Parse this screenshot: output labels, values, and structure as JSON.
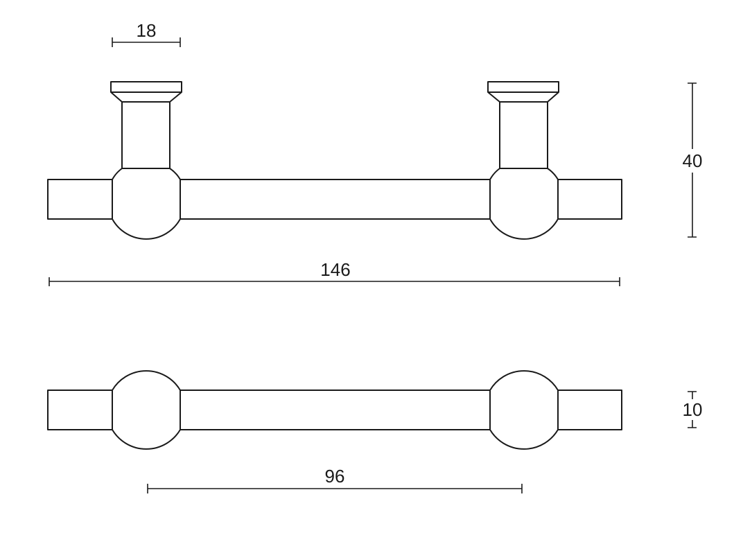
{
  "dimensions": {
    "post_width": "18",
    "overall_length": "146",
    "overall_height": "40",
    "bar_thickness": "10",
    "center_distance": "96"
  }
}
